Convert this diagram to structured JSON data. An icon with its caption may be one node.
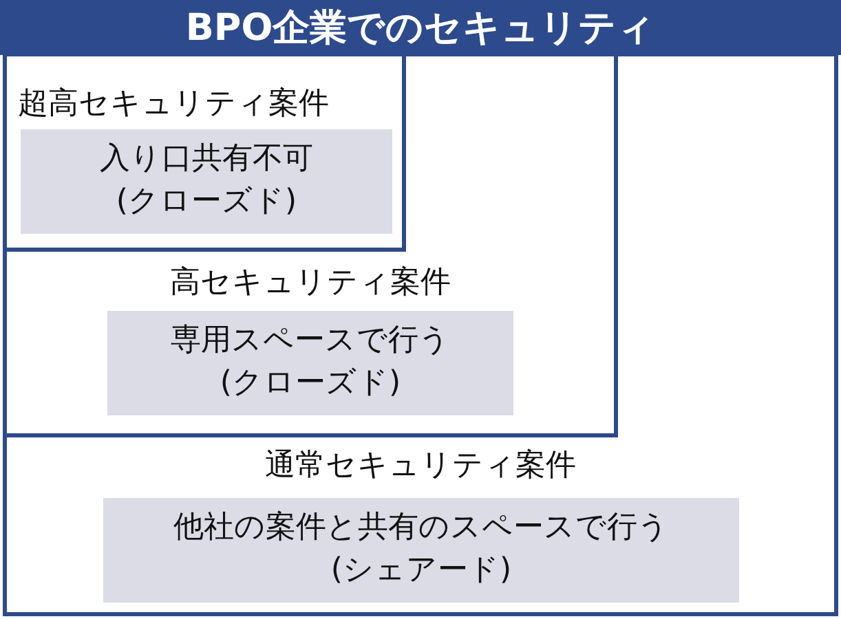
{
  "diagram": {
    "title": "BPO企業でのセキュリティ",
    "nodes": [
      {
        "text": [
          "通常セキュリティ案件"
        ]
      },
      {
        "text": [
          "高セキュリティ案件"
        ],
        "in": 0
      },
      {
        "text": [
          "超高セキュリティ案件"
        ],
        "in": 1
      },
      {
        "text": [
          "入り口共有不可(クローズド)"
        ],
        "in": 2
      },
      {
        "text": [
          "専用スペースで行う(クローズド)"
        ],
        "in": 1
      },
      {
        "text": [
          "他社の案件と共有のスペースで行う(シェアード)"
        ],
        "in": 0
      }
    ]
  }
}
